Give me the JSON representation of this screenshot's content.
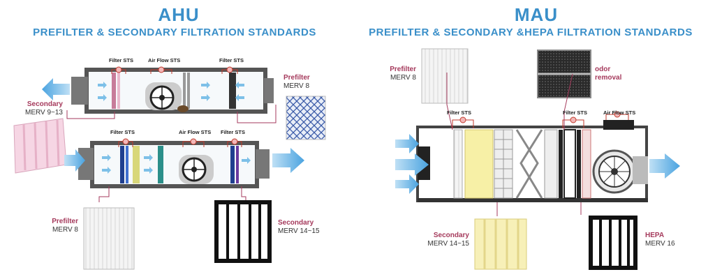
{
  "ahu": {
    "title": "AHU",
    "subtitle": "PREFILTER & SECONDARY FILTRATION STANDARDS",
    "sts": {
      "filter": "Filter STS",
      "airflow": "Air Flow STS"
    },
    "labels": {
      "prefilter_top": {
        "name": "Prefilter",
        "rating": "MERV 8"
      },
      "secondary_left": {
        "name": "Secondary",
        "rating": "MERV 9~13"
      },
      "prefilter_bottom": {
        "name": "Prefilter",
        "rating": "MERV 8"
      },
      "secondary_bottom": {
        "name": "Secondary",
        "rating": "MERV 14~15"
      }
    }
  },
  "mau": {
    "title": "MAU",
    "subtitle": "PREFILTER & SECONDARY &HEPA FILTRATION STANDARDS",
    "sts": {
      "filter": "Filter STS",
      "airflow": "Air Flow STS"
    },
    "labels": {
      "prefilter": {
        "name": "Prefilter",
        "rating": "MERV 8"
      },
      "odor": {
        "line1": "odor",
        "line2": "removal"
      },
      "secondary": {
        "name": "Secondary",
        "rating": "MERV 14~15"
      },
      "hepa": {
        "name": "HEPA",
        "rating": "MERV 16"
      }
    }
  },
  "colors": {
    "title": "#3a8fc9",
    "label_name": "#a53a5c",
    "casing": "#555555",
    "arrow": "#4aa3e0"
  }
}
